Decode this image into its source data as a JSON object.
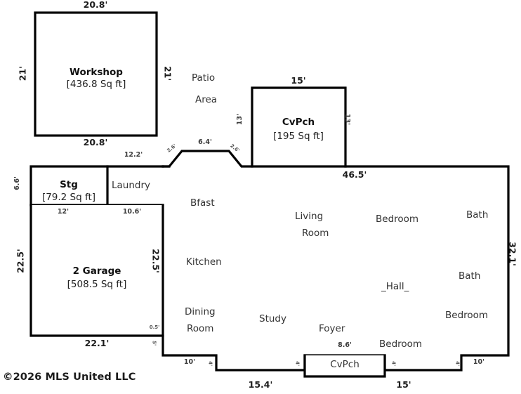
{
  "document": {
    "type": "floor-plan",
    "copyright": "©2026 MLS United LLC"
  },
  "structures": {
    "workshop": {
      "name": "Workshop",
      "area": "[436.8 Sq ft]",
      "dim_top": "20.8'",
      "dim_bottom": "20.8'",
      "dim_left": "21'",
      "dim_right": "21'"
    },
    "covered_porch_top": {
      "name": "CvPch",
      "area": "[195 Sq ft]",
      "dim_top": "15'",
      "dim_left": "13'",
      "dim_right": "13'"
    },
    "storage": {
      "name": "Stg",
      "area": "[79.2 Sq ft]",
      "dim_left": "6.6'",
      "dim_bottom": "12'"
    },
    "garage": {
      "name": "2 Garage",
      "area": "[508.5 Sq ft]",
      "dim_left": "22.5'",
      "dim_right": "22.5'",
      "dim_bottom": "22.1'",
      "dim_small_corner": "0.5'",
      "dim_small_edge": "5'"
    },
    "covered_porch_bottom": {
      "name": "CvPch",
      "dim_top": "8.6'"
    }
  },
  "rooms": [
    {
      "label": "Patio",
      "id": "patio-line1"
    },
    {
      "label": "Area",
      "id": "patio-line2"
    },
    {
      "label": "Laundry",
      "id": "laundry"
    },
    {
      "label": "Bfast",
      "id": "bfast"
    },
    {
      "label": "Kitchen",
      "id": "kitchen"
    },
    {
      "label": "Dining",
      "id": "dining-line1"
    },
    {
      "label": "Room",
      "id": "dining-line2"
    },
    {
      "label": "Living",
      "id": "living-line1"
    },
    {
      "label": "Room",
      "id": "living-line2"
    },
    {
      "label": "Study",
      "id": "study"
    },
    {
      "label": "Foyer",
      "id": "foyer"
    },
    {
      "label": "Bedroom",
      "id": "bedroom-top"
    },
    {
      "label": "Bedroom",
      "id": "bedroom-bottom-mid"
    },
    {
      "label": "Bedroom",
      "id": "bedroom-right"
    },
    {
      "label": "Bath",
      "id": "bath-top"
    },
    {
      "label": "Bath",
      "id": "bath-mid"
    },
    {
      "label": "_Hall_",
      "id": "hall"
    }
  ],
  "dimensions": {
    "main_top": "46.5'",
    "main_right": "32.1'",
    "laundry_run": "12.2'",
    "notch_top": "6.4'",
    "notch_left_diag": "2.6'",
    "notch_right_diag": "2.6'",
    "laundry_bottom": "10.6'",
    "bottom_left_run": "10'",
    "bottom_left_step": "4'",
    "bottom_mid_run": "15.4'",
    "bottom_porch_left_step": "4'",
    "bottom_porch_right_step": "4'",
    "bottom_right_run": "15'",
    "bottom_right_step": "4'",
    "bottom_far_right_run": "10'"
  }
}
